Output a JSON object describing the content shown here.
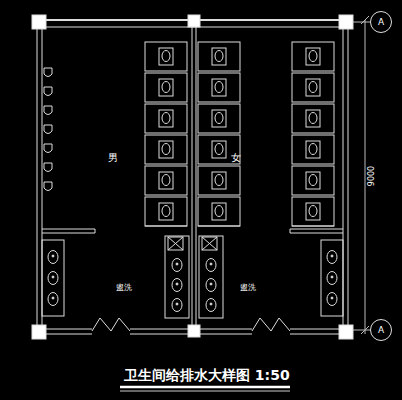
{
  "diagram": {
    "title": "卫生间给排水大样图 1:50",
    "nodes": [
      {
        "text": [
          "A"
        ]
      },
      {
        "text": [
          "A"
        ]
      }
    ],
    "labels": [
      "男",
      "女",
      "盥洗",
      "盥洗",
      "9000"
    ]
  }
}
